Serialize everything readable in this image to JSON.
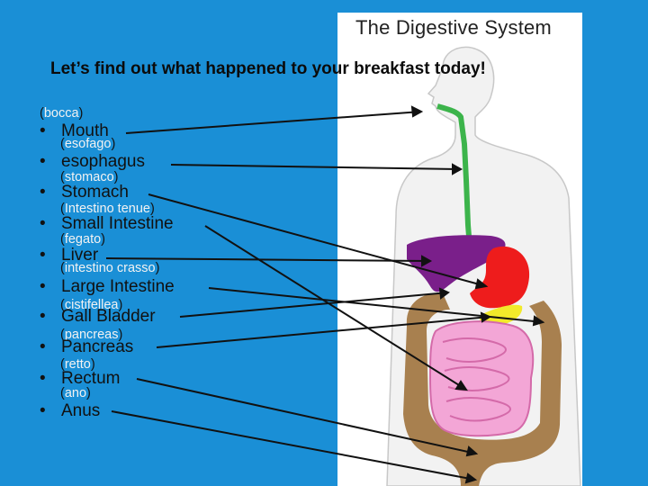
{
  "panel_title": "The Digestive System",
  "heading": "Let’s find out what happened to your breakfast today!",
  "bullet_char": "•",
  "organs": [
    {
      "english": "Mouth",
      "italian": "bocca"
    },
    {
      "english": "esophagus",
      "italian": "esofago"
    },
    {
      "english": "Stomach",
      "italian": "stomaco"
    },
    {
      "english": "Small Intestine",
      "italian": "Intestino tenue"
    },
    {
      "english": "Liver",
      "italian": "fegato"
    },
    {
      "english": "Large Intestine",
      "italian": "intestino crasso"
    },
    {
      "english": "Gall Bladder",
      "italian": "cistifellea"
    },
    {
      "english": "Pancreas",
      "italian": "pancreas"
    },
    {
      "english": "Rectum",
      "italian": "retto"
    },
    {
      "english": "Anus",
      "italian": "ano"
    }
  ],
  "colors": {
    "background": "#1a8fd6",
    "panel": "#ffffff",
    "body_outline": "#e6e6e6",
    "esophagus": "#3cb44b",
    "liver": "#7a1f8a",
    "stomach": "#ee1c1c",
    "gall_bladder": "#f2ea2a",
    "small_intestine": "#f3a6d6",
    "large_intestine": "#a8804f",
    "italian_word": "#f2f2f2"
  }
}
